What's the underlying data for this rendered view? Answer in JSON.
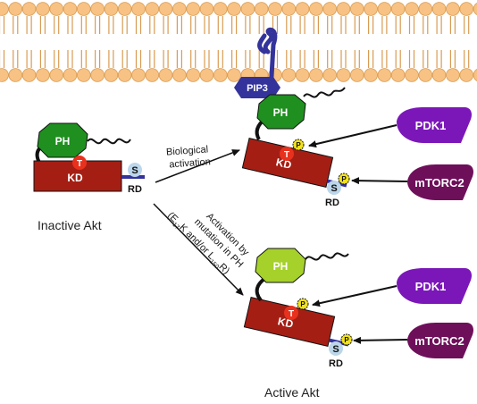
{
  "labels": {
    "pip3": "PIP3",
    "ph": "PH",
    "kd": "KD",
    "t": "T",
    "s": "S",
    "rd": "RD",
    "p": "P",
    "pdk1": "PDK1",
    "mtorc2": "mTORC2"
  },
  "captions": {
    "inactive": "Inactive Akt",
    "active": "Active Akt"
  },
  "arrows": {
    "biological_line1": "Biological",
    "biological_line2": "activation",
    "mutation_line1": "Activation by",
    "mutation_line2": "mutation in PH",
    "mutation_line3_a": "(E",
    "mutation_line3_sub1": "17",
    "mutation_line3_b": "K and/or L",
    "mutation_line3_sub2": "150",
    "mutation_line3_c": "R)"
  },
  "colors": {
    "membrane_head": "#f7c283",
    "membrane_head_stroke": "#d89b52",
    "kd_red": "#a51e14",
    "ph_green": "#1f8f1f",
    "ph_lime": "#a5d12a",
    "pdk1_purple": "#7b17b8",
    "mtorc2_purple": "#6e0f5a",
    "pip3_blue": "#33339b",
    "phospho_yellow": "#f2e21a",
    "t_red": "#e8321e",
    "s_light": "#bcd6ea"
  }
}
